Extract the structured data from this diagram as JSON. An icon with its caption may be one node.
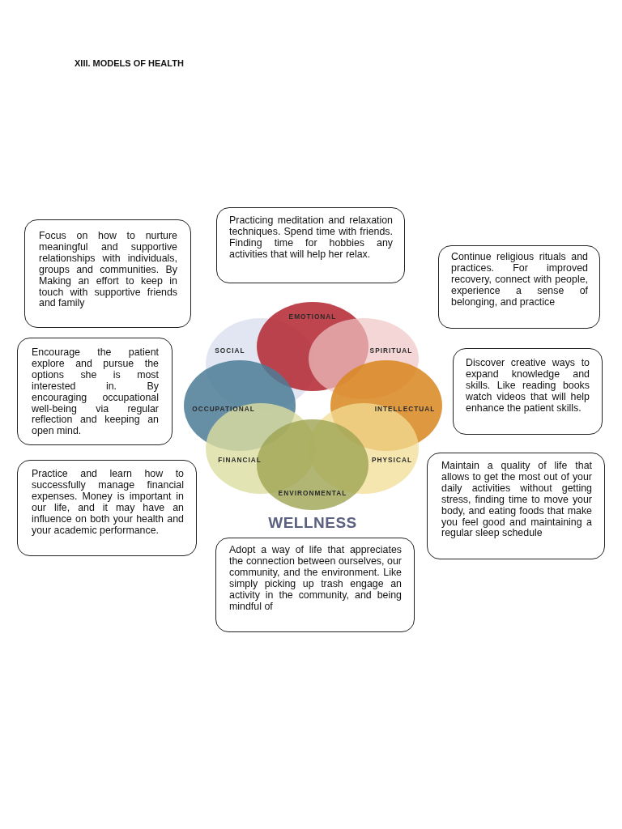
{
  "diagram": {
    "title": "XIII. MODELS OF HEALTH",
    "nodes": [
      {
        "text": [
          "Focus on how to nurture meaningful and supportive relationships with individuals, groups and communities. By Making an effort to keep in touch with supportive friends and family"
        ]
      },
      {
        "text": [
          "Practicing meditation and relaxation techniques. Spend time with friends. Finding time for hobbies any activities that will help her relax."
        ]
      },
      {
        "text": [
          "Continue religious rituals and practices. For improved recovery, connect with people, experience a sense of belonging, and practice"
        ]
      },
      {
        "text": [
          "Encourage the patient explore and pursue the options she is most interested in. By encouraging occupational well-being via regular reflection and keeping an open mind."
        ]
      },
      {
        "text": [
          "Discover creative ways to expand knowledge and skills. Like reading books watch videos that will help enhance the patient skills."
        ]
      },
      {
        "text": [
          "Practice and learn how to successfully manage financial expenses. Money is important in our life, and it may have an influence on both your health and your academic performance."
        ]
      },
      {
        "text": [
          "Maintain a quality of life that allows to get the most out of your daily activities without getting stress, finding time to move your body, and eating foods that make you feel good and maintaining a regular sleep schedule"
        ]
      },
      {
        "text": [
          "Adopt a way of life that appreciates the connection between ourselves, our community, and the environment. Like simply picking up trash engage an activity in the community, and being mindful of"
        ]
      },
      {
        "text": [
          "SOCIAL"
        ]
      },
      {
        "text": [
          "EMOTIONAL"
        ]
      },
      {
        "text": [
          "SPIRITUAL"
        ]
      },
      {
        "text": [
          "OCCUPATIONAL"
        ]
      },
      {
        "text": [
          "INTELLECTUAL"
        ]
      },
      {
        "text": [
          "FINANCIAL"
        ]
      },
      {
        "text": [
          "PHYSICAL"
        ]
      },
      {
        "text": [
          "ENVIRONMENTAL"
        ]
      }
    ],
    "edges": [],
    "labels": [
      "WELLNESS"
    ]
  }
}
